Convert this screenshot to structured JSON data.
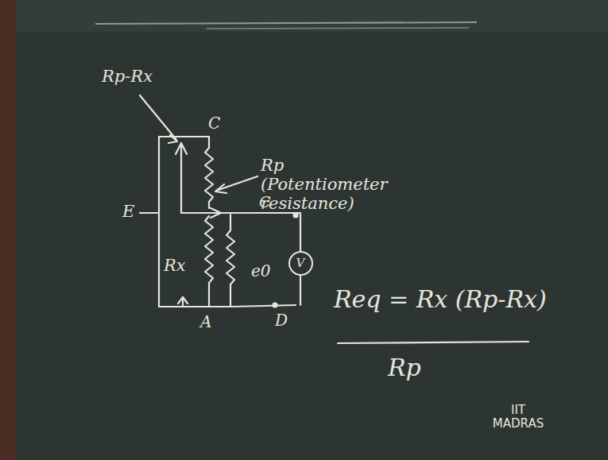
{
  "diagram": {
    "nodes": [
      {
        "text": [
          "V"
        ]
      }
    ],
    "labels": [
      "Rp-Rx",
      "C",
      "Rp (Potentiometer resistance)",
      "E",
      "Rx",
      "C",
      "e0",
      "D",
      "A",
      "Req = Rx (Rp-Rx)",
      "Rp",
      "IIT MADRAS"
    ]
  }
}
